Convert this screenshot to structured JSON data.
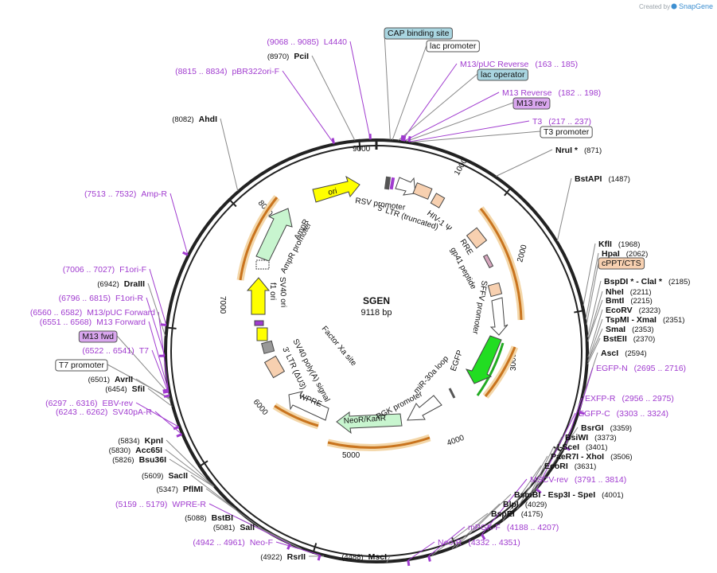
{
  "credit": {
    "prefix": "Created by",
    "brand": "SnapGene"
  },
  "map": {
    "name": "SGEN",
    "size_label": "9118 bp",
    "length_bp": 9118,
    "ticks": [
      "1000",
      "2000",
      "3000",
      "4000",
      "5000",
      "6000",
      "7000",
      "8000",
      "9000"
    ]
  },
  "colors": {
    "backbone": "#222222",
    "primer": "#a03bcf",
    "orange_arrow": "#c9741e",
    "orange_halo": "#f3d6a8",
    "ori": "#ffff00",
    "ampr": "#c8f5cf",
    "neor": "#c8f5cf",
    "egfp": "#22dd22",
    "promoter": "#ffffff",
    "ltr": "#f7d0b0",
    "cap_box": "#a9d5e0",
    "m13_box": "#d9a6ee"
  },
  "labels": [
    {
      "type": "boxed",
      "text": "CAP binding site",
      "box": "cap"
    },
    {
      "type": "boxed",
      "text": "lac promoter",
      "box": "white"
    },
    {
      "type": "primer",
      "text": "M13/pUC Reverse",
      "range": "(163 .. 185)"
    },
    {
      "type": "boxed",
      "text": "lac operator",
      "box": "cap"
    },
    {
      "type": "primer",
      "text": "M13 Reverse",
      "range": "(182 .. 198)"
    },
    {
      "type": "boxed",
      "text": "M13 rev",
      "box": "m13"
    },
    {
      "type": "primer",
      "text": "T3",
      "range": "(217 .. 237)"
    },
    {
      "type": "boxed",
      "text": "T3 promoter",
      "box": "white"
    },
    {
      "type": "site",
      "text": "NruI *",
      "range": "(871)"
    },
    {
      "type": "site",
      "text": "BstAPI",
      "range": "(1487)"
    },
    {
      "type": "site",
      "text": "KflI",
      "range": "(1968)"
    },
    {
      "type": "site",
      "text": "HpaI",
      "range": "(2062)"
    },
    {
      "type": "boxed",
      "text": "cPPT/CTS",
      "box": "ltr"
    },
    {
      "type": "site",
      "text": "BspDI * - ClaI *",
      "range": "(2185)"
    },
    {
      "type": "site",
      "text": "NheI",
      "range": "(2211)"
    },
    {
      "type": "site",
      "text": "BmtI",
      "range": "(2215)"
    },
    {
      "type": "site",
      "text": "EcoRV",
      "range": "(2323)"
    },
    {
      "type": "site",
      "text": "TspMI - XmaI",
      "range": "(2351)"
    },
    {
      "type": "site",
      "text": "SmaI",
      "range": "(2353)"
    },
    {
      "type": "site",
      "text": "BstEII",
      "range": "(2370)"
    },
    {
      "type": "site",
      "text": "AscI",
      "range": "(2594)"
    },
    {
      "type": "primer",
      "text": "EGFP-N",
      "range": "(2695 .. 2716)"
    },
    {
      "type": "primer",
      "text": "EXFP-R",
      "range": "(2956 .. 2975)"
    },
    {
      "type": "primer",
      "text": "EGFP-C",
      "range": "(3303 .. 3324)"
    },
    {
      "type": "site",
      "text": "BsrGI",
      "range": "(3359)"
    },
    {
      "type": "site",
      "text": "BsiWI",
      "range": "(3373)"
    },
    {
      "type": "site",
      "text": "I-SceI",
      "range": "(3401)"
    },
    {
      "type": "site",
      "text": "PaeR7I - XhoI",
      "range": "(3506)"
    },
    {
      "type": "site",
      "text": "EcoRI",
      "range": "(3631)"
    },
    {
      "type": "primer",
      "text": "MSCV-rev",
      "range": "(3791 .. 3814)"
    },
    {
      "type": "site",
      "text": "BsmBI - Esp3I - SpeI",
      "range": "(4001)"
    },
    {
      "type": "site",
      "text": "BlpI",
      "range": "(4029)"
    },
    {
      "type": "site",
      "text": "BspEI",
      "range": "(4175)"
    },
    {
      "type": "primer",
      "text": "mPGK-F",
      "range": "(4188 .. 4207)"
    },
    {
      "type": "primer",
      "text": "Neo-R",
      "range": "(4332 .. 4351)"
    },
    {
      "type": "site",
      "text": "MscI",
      "range": "(4488)"
    },
    {
      "type": "site",
      "text": "RsrII",
      "range": "(4922)"
    },
    {
      "type": "primer",
      "text": "Neo-F",
      "range": "(4942 .. 4961)"
    },
    {
      "type": "site",
      "text": "SalI",
      "range": "(5081)"
    },
    {
      "type": "site",
      "text": "BstBI",
      "range": "(5088)"
    },
    {
      "type": "primer",
      "text": "WPRE-R",
      "range": "(5159 .. 5179)"
    },
    {
      "type": "site",
      "text": "PflMI",
      "range": "(5347)"
    },
    {
      "type": "site",
      "text": "SacII",
      "range": "(5609)"
    },
    {
      "type": "site",
      "text": "Bsu36I",
      "range": "(5826)"
    },
    {
      "type": "site",
      "text": "Acc65I",
      "range": "(5830)"
    },
    {
      "type": "site",
      "text": "KpnI",
      "range": "(5834)"
    },
    {
      "type": "primer",
      "text": "SV40pA-R",
      "range": "(6243 .. 6262)"
    },
    {
      "type": "primer",
      "text": "EBV-rev",
      "range": "(6297 .. 6316)"
    },
    {
      "type": "site",
      "text": "SfiI",
      "range": "(6454)"
    },
    {
      "type": "site",
      "text": "AvrII",
      "range": "(6501)"
    },
    {
      "type": "boxed",
      "text": "T7 promoter",
      "box": "white"
    },
    {
      "type": "primer",
      "text": "T7",
      "range": "(6522 .. 6541)"
    },
    {
      "type": "boxed",
      "text": "M13 fwd",
      "box": "m13"
    },
    {
      "type": "primer",
      "text": "M13 Forward",
      "range": "(6551 .. 6568)"
    },
    {
      "type": "primer",
      "text": "M13/pUC Forward",
      "range": "(6560 .. 6582)"
    },
    {
      "type": "primer",
      "text": "F1ori-R",
      "range": "(6796 .. 6815)"
    },
    {
      "type": "site",
      "text": "DraIII",
      "range": "(6942)"
    },
    {
      "type": "primer",
      "text": "F1ori-F",
      "range": "(7006 .. 7027)"
    },
    {
      "type": "primer",
      "text": "Amp-R",
      "range": "(7513 .. 7532)"
    },
    {
      "type": "site",
      "text": "AhdI",
      "range": "(8082)"
    },
    {
      "type": "primer",
      "text": "pBR322ori-F",
      "range": "(8815 .. 8834)"
    },
    {
      "type": "site",
      "text": "PciI",
      "range": "(8970)"
    },
    {
      "type": "primer",
      "text": "L4440",
      "range": "(9068 .. 9085)"
    }
  ],
  "features": [
    {
      "text": "ori"
    },
    {
      "text": "RSV promoter"
    },
    {
      "text": "5' LTR (truncated)"
    },
    {
      "text": "HIV-1 Ψ"
    },
    {
      "text": "RRE"
    },
    {
      "text": "gp41 peptide"
    },
    {
      "text": "SFFV promoter"
    },
    {
      "text": "EGFP"
    },
    {
      "text": "miR-30a loop"
    },
    {
      "text": "PGK promoter"
    },
    {
      "text": "NeoR/KanR"
    },
    {
      "text": "WPRE"
    },
    {
      "text": "3' LTR (ΔU3)"
    },
    {
      "text": "SV40 poly(A) signal"
    },
    {
      "text": "Factor Xa site"
    },
    {
      "text": "SV40 ori"
    },
    {
      "text": "f1 ori"
    },
    {
      "text": "AmpR promoter"
    },
    {
      "text": "AmpR"
    }
  ]
}
